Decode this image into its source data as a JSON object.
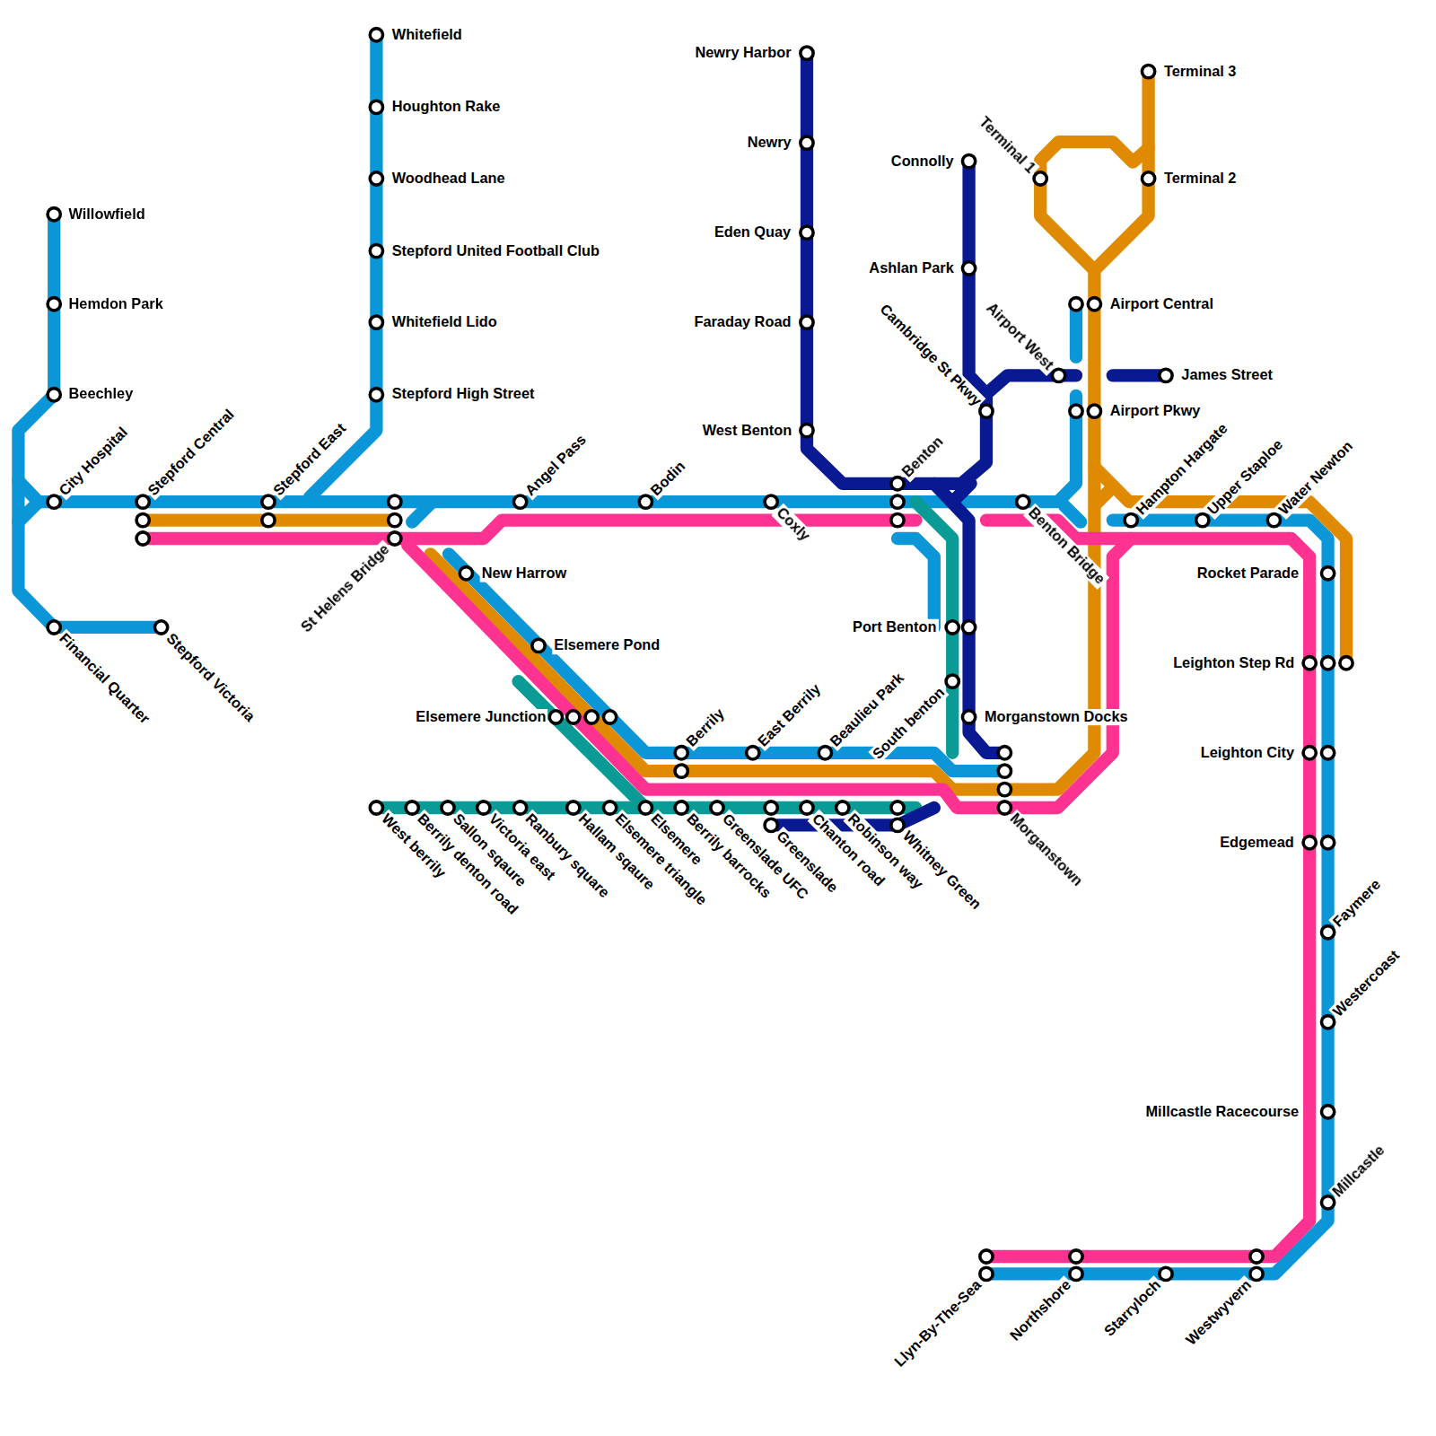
{
  "diagram": {
    "labels": [
      "Willowfield",
      "Hemdon Park",
      "Beechley",
      "City Hospital",
      "Financial Quarter",
      "Stepford Victoria",
      "Stepford Central",
      "Stepford East",
      "St Helens Bridge",
      "Whitefield",
      "Houghton Rake",
      "Woodhead Lane",
      "Stepford United Football Club",
      "Whitefield Lido",
      "Stepford High Street",
      "Angel Pass",
      "Bodin",
      "Coxly",
      "Benton",
      "New Harrow",
      "Elsemere Pond",
      "Elsemere Junction",
      "Berrily",
      "East Berrily",
      "Beaulieu Park",
      "South benton",
      "Port Benton",
      "Morganstown Docks",
      "Morganstown",
      "West berrily",
      "Berrily denton road",
      "Sallon sqaure",
      "Victoria east",
      "Ranbury square",
      "Hallam sqaure",
      "Elsemere triangle",
      "Elsemere",
      "Berrily barrocks",
      "Greenslade UFC",
      "Greenslade",
      "Chanton road",
      "Robinson way",
      "Whitney Green",
      "Newry Harbor",
      "Newry",
      "Eden Quay",
      "Faraday Road",
      "West Benton",
      "Connolly",
      "Ashlan Park",
      "Cambridge St Pkwy",
      "Airport West",
      "James Street",
      "Terminal 1",
      "Terminal 3",
      "Terminal 2",
      "Airport Central",
      "Airport Pkwy",
      "Benton Bridge",
      "Hampton Hargate",
      "Upper Staploe",
      "Water Newton",
      "Rocket Parade",
      "Leighton Step Rd",
      "Leighton City",
      "Edgemead",
      "Faymere",
      "Westercoast",
      "Millcastle Racecourse",
      "Millcastle",
      "Llyn-By-The-Sea",
      "Northshore",
      "Starryloch",
      "Westwyvern"
    ]
  }
}
